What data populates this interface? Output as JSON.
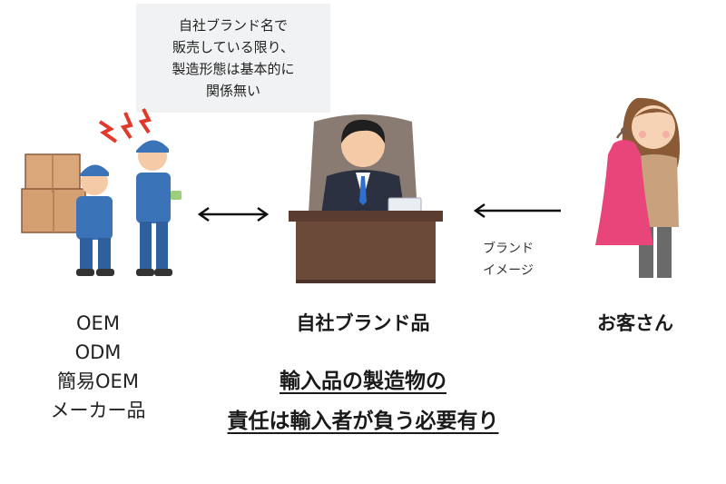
{
  "note": {
    "lines": [
      "自社ブランド名で",
      "販売している限り、",
      "製造形態は基本的に",
      "関係無い"
    ]
  },
  "manufacturers": {
    "items": [
      "OEM",
      "ODM",
      "簡易OEM",
      "メーカー品"
    ]
  },
  "company": {
    "label": "自社ブランド品"
  },
  "customer": {
    "label": "お客さん"
  },
  "brand_image": {
    "lines": [
      "ブランド",
      "イメージ"
    ]
  },
  "conclusion": {
    "lines": [
      "輸入品の製造物の",
      "責任は輸入者が負う必要有り"
    ]
  },
  "icons": {
    "workers": "factory-workers-icon",
    "president": "company-president-icon",
    "shopper": "shopper-with-dress-icon",
    "double_arrow": "double-arrow-icon",
    "left_arrow": "left-arrow-icon"
  },
  "colors": {
    "note_bg": "#f1f2f3",
    "worker_blue": "#3b73b8",
    "desk_brown": "#6b4a3a",
    "dress_pink": "#e8457a",
    "stress_red": "#e23a2a"
  }
}
